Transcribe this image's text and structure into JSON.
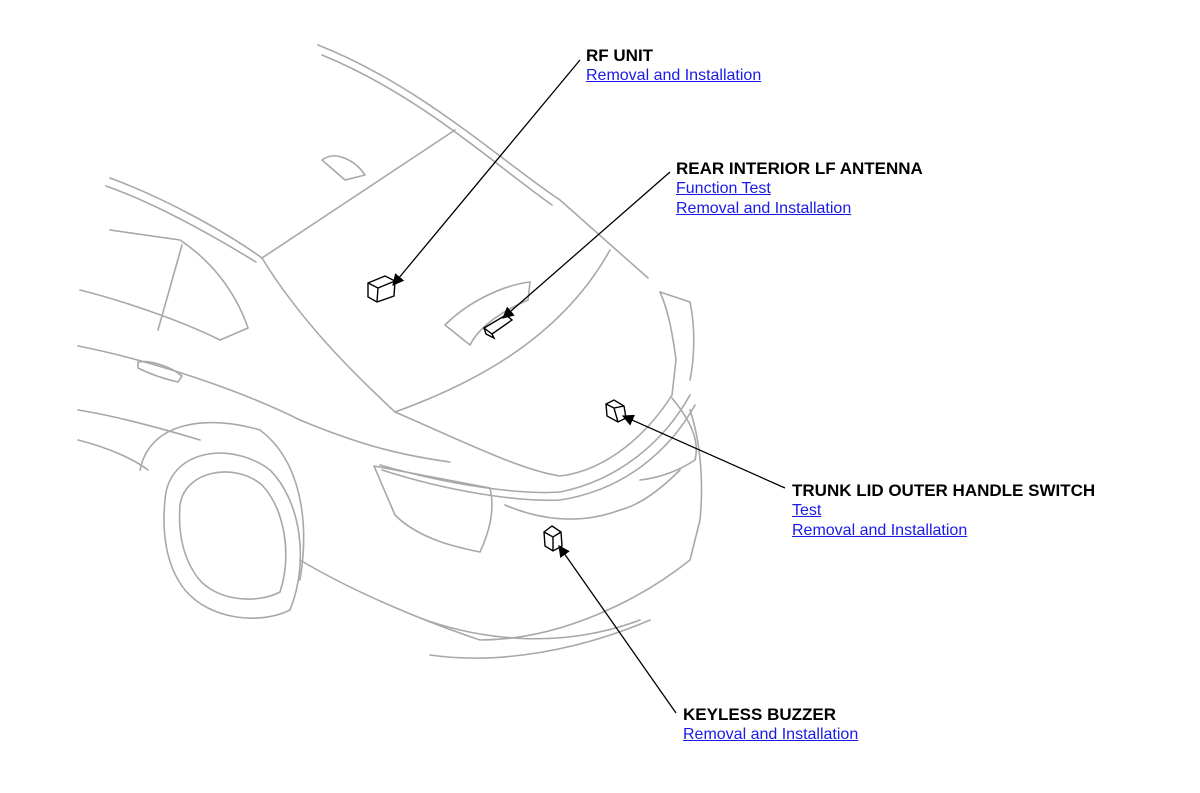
{
  "components": [
    {
      "id": "rf-unit",
      "title": "RF UNIT",
      "links": [
        "Removal and Installation"
      ]
    },
    {
      "id": "rear-interior-lf-antenna",
      "title": "REAR INTERIOR LF ANTENNA",
      "links": [
        "Function Test",
        "Removal and Installation"
      ]
    },
    {
      "id": "trunk-lid-outer-handle-switch",
      "title": "TRUNK LID OUTER HANDLE SWITCH",
      "links": [
        "Test",
        "Removal and Installation"
      ]
    },
    {
      "id": "keyless-buzzer",
      "title": "KEYLESS BUZZER",
      "links": [
        "Removal and Installation"
      ]
    }
  ],
  "colors": {
    "link": "#1a1ae6",
    "car_outline": "#a8a8a8",
    "leader": "#000000"
  }
}
